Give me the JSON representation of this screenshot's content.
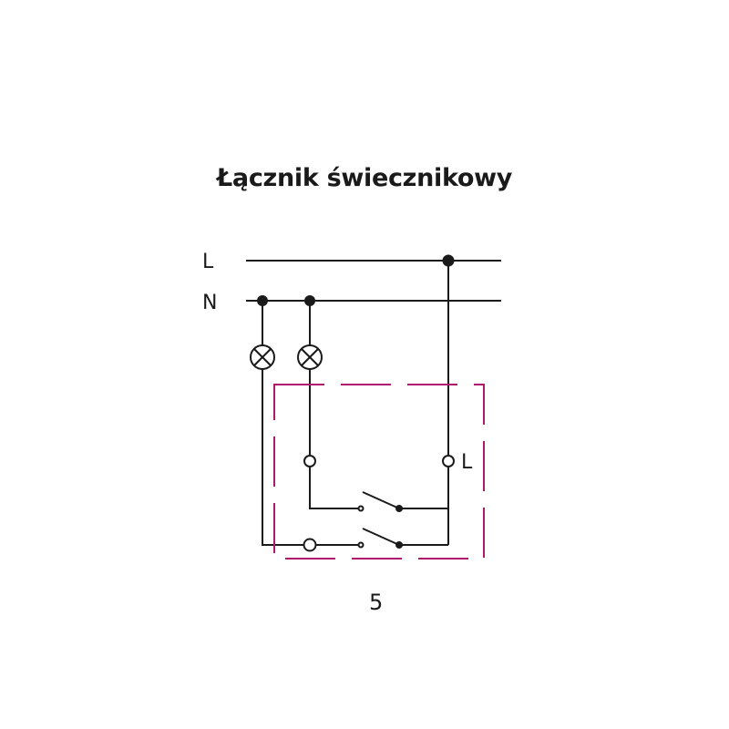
{
  "diagram": {
    "title": "Łącznik świecznikowy",
    "figure_number": "5",
    "labels": {
      "line_phase": "L",
      "line_neutral": "N",
      "terminal_phase": "L"
    },
    "components": [
      {
        "type": "lamp",
        "name": "lamp-1"
      },
      {
        "type": "lamp",
        "name": "lamp-2"
      },
      {
        "type": "switch-contact",
        "name": "switch-contact-upper"
      },
      {
        "type": "switch-contact",
        "name": "switch-contact-lower"
      }
    ],
    "colors": {
      "wire": "#1a1a1a",
      "enclosure_dashed": "#b0186e",
      "background": "#ffffff"
    }
  }
}
